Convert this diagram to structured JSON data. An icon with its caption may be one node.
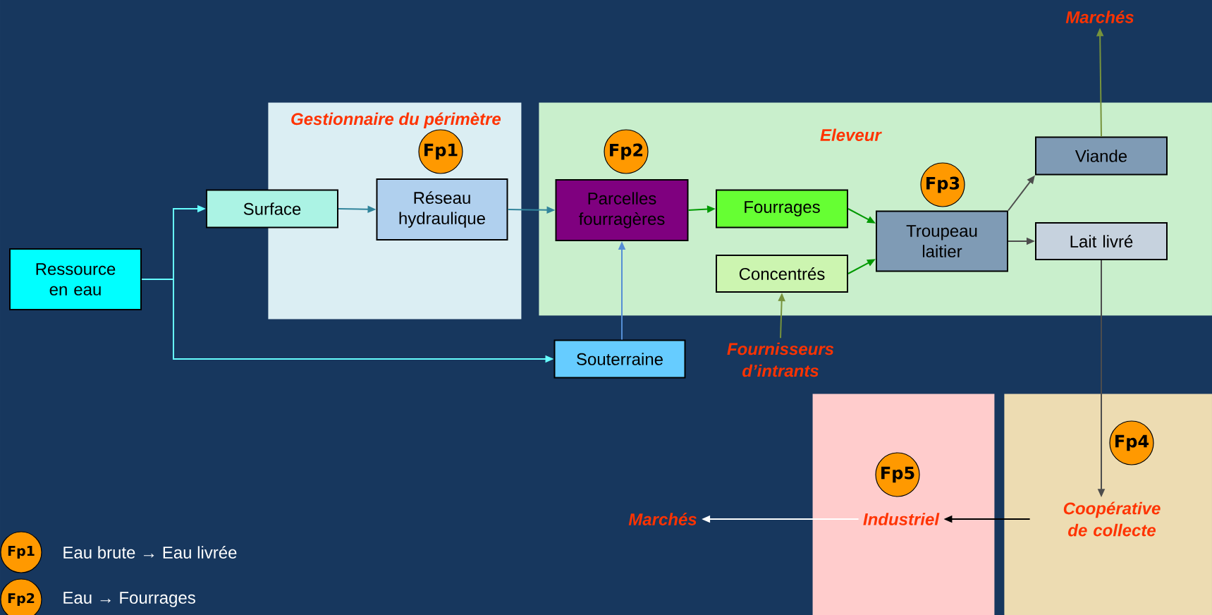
{
  "diagram": {
    "nodes": [
      {
        "text": [
          "Marchés"
        ]
      },
      {
        "text": [
          "Gestionnaire du périmètre"
        ]
      },
      {
        "text": [
          "Fp1"
        ],
        "in": 1
      },
      {
        "text": [
          "Réseau hydraulique"
        ],
        "in": 1
      },
      {
        "text": [
          "Eleveur"
        ]
      },
      {
        "text": [
          "Fp2"
        ],
        "in": 4
      },
      {
        "text": [
          "Fp3"
        ],
        "in": 4
      },
      {
        "text": [
          "Viande"
        ],
        "in": 4
      },
      {
        "text": [
          "Parcelles fourragères"
        ],
        "in": 4
      },
      {
        "text": [
          "Fourrages"
        ],
        "in": 4
      },
      {
        "text": [
          "Troupeau laitier"
        ],
        "in": 4
      },
      {
        "text": [
          "Lait livré"
        ],
        "in": 4
      },
      {
        "text": [
          "Concentrés"
        ],
        "in": 4
      },
      {
        "text": [
          "Surface"
        ]
      },
      {
        "text": [
          "Ressource en eau"
        ]
      },
      {
        "text": [
          "Souterraine"
        ]
      },
      {
        "text": [
          "Fournisseurs d’intrants"
        ]
      },
      {
        "text": [],
        "shape": "box"
      },
      {
        "text": [
          "Fp5"
        ],
        "in": 17
      },
      {
        "text": [
          "Industriel"
        ],
        "in": 17
      },
      {
        "text": [
          "Marchés"
        ]
      },
      {
        "text": [],
        "shape": "box"
      },
      {
        "text": [
          "Fp4"
        ],
        "in": 21
      },
      {
        "text": [
          "Coopérative de collecte"
        ],
        "in": 21
      },
      {
        "text": [
          "Fp1"
        ],
        "beside": [
          "Eau brute → Eau livrée"
        ]
      },
      {
        "text": [
          "Fp2"
        ],
        "beside": [
          "Eau → Fourrages"
        ]
      }
    ],
    "edges": [
      {
        "from": 14,
        "to": 13,
        "arrow": "to",
        "color": "#66ffff"
      },
      {
        "from": 14,
        "to": 15,
        "arrow": "to",
        "color": "#66ffff"
      },
      {
        "from": 13,
        "to": 3,
        "arrow": "to",
        "color": "#31849b"
      },
      {
        "from": 3,
        "to": 8,
        "arrow": "to",
        "color": "#31849b"
      },
      {
        "from": 15,
        "to": 8,
        "arrow": "to",
        "color": "#558ed5"
      },
      {
        "from": 8,
        "to": 9,
        "arrow": "to",
        "color": "#009900"
      },
      {
        "from": 9,
        "to": 10,
        "arrow": "to",
        "color": "#009900"
      },
      {
        "from": 12,
        "to": 10,
        "arrow": "to",
        "color": "#009900"
      },
      {
        "from": 16,
        "to": 12,
        "arrow": "to",
        "color": "#77933c"
      },
      {
        "from": 10,
        "to": 7,
        "arrow": "to",
        "color": "#4d4d4d"
      },
      {
        "from": 10,
        "to": 11,
        "arrow": "to",
        "color": "#4d4d4d"
      },
      {
        "from": 7,
        "to": 0,
        "arrow": "to",
        "color": "#77933c"
      },
      {
        "from": 11,
        "to": 23,
        "arrow": "to",
        "color": "#4d4d4d"
      },
      {
        "from": 23,
        "to": 19,
        "arrow": "to",
        "color": "#000000"
      },
      {
        "from": 19,
        "to": 20,
        "arrow": "to",
        "color": "#ffffff"
      }
    ]
  }
}
